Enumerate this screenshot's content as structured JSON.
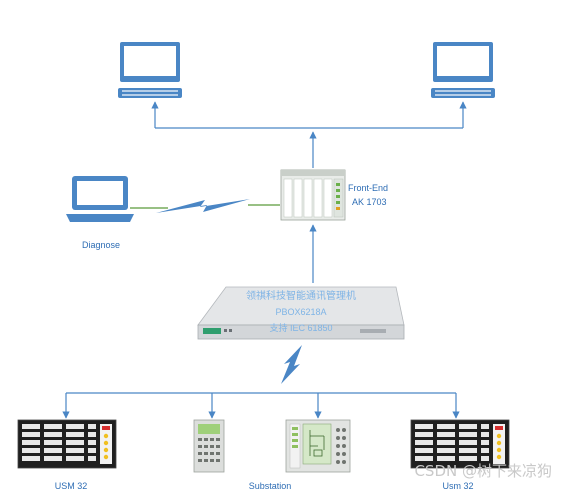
{
  "front_end": {
    "line1": "Front-End",
    "line2": "AK 1703"
  },
  "diagnose": {
    "label": "Diagnose"
  },
  "gateway": {
    "name_cn": "领祺科技智能通讯管理机",
    "model": "PBOX6218A",
    "support": "支持 IEC 61850"
  },
  "devices": {
    "usm_left": "USM 32",
    "substation": "Substation",
    "usm_right": "Usm 32"
  },
  "watermark": "CSDN @树下来凉狗",
  "colors": {
    "link": "#4a86c5",
    "wireless": "#4a86c5",
    "diag_link": "#5a9a3a",
    "monitor": "#4a86c5"
  }
}
